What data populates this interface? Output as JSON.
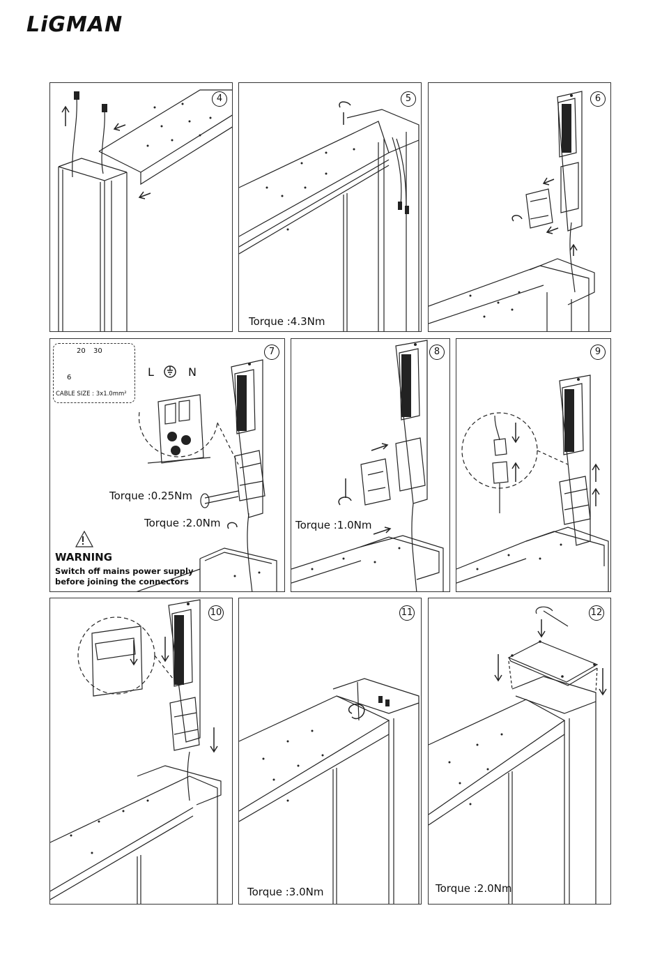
{
  "brand": {
    "logo_text": "LiGMAN"
  },
  "panels": [
    {
      "step": "4",
      "torque": ""
    },
    {
      "step": "5",
      "torque": "Torque :4.3Nm"
    },
    {
      "step": "6",
      "torque": ""
    },
    {
      "step": "7",
      "torque_terminal": "Torque :0.25Nm",
      "torque_gland": "Torque :2.0Nm",
      "wire_labels": {
        "live": "L",
        "neutral": "N"
      },
      "cable_dims": {
        "a": "20",
        "b": "30",
        "c": "6"
      },
      "cable_size": "CABLE SIZE : 3x1.0mm²",
      "warning_title": "WARNING",
      "warning_line1": "Switch off mains power supply",
      "warning_line2": "before joining the connectors"
    },
    {
      "step": "8",
      "torque": "Torque :1.0Nm"
    },
    {
      "step": "9",
      "torque": ""
    },
    {
      "step": "10",
      "torque": ""
    },
    {
      "step": "11",
      "torque": "Torque :3.0Nm"
    },
    {
      "step": "12",
      "torque": "Torque :2.0Nm"
    }
  ]
}
